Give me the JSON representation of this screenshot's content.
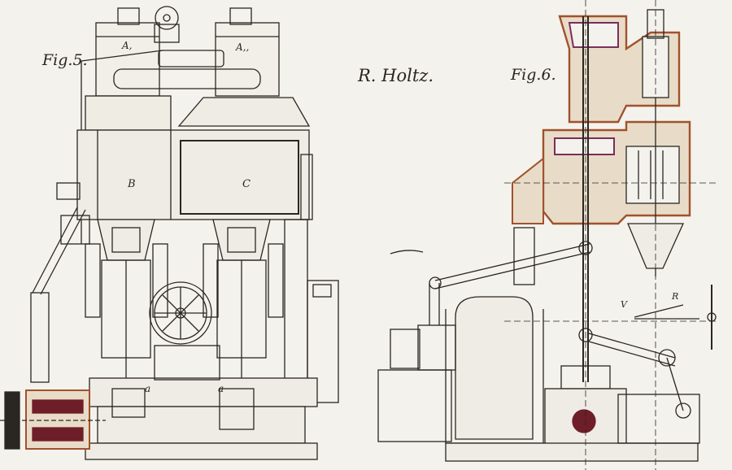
{
  "figure_labels": {
    "fig5": "Fig.5.",
    "fig6": "Fig.6.",
    "author": "R. Holtz."
  },
  "part_labels": {
    "a1": "A,",
    "a2": "A,,",
    "b": "B",
    "c": "C",
    "a_small_left": "a",
    "a_small_right": "a",
    "v": "V",
    "r": "R"
  },
  "colors": {
    "paper": "#f4f2ec",
    "ink": "#2a2622",
    "section_brown": "#a0522d",
    "section_purple": "#7a2e5a",
    "section_fill": "#e8dcc8",
    "gear_maroon": "#6e1e28"
  }
}
